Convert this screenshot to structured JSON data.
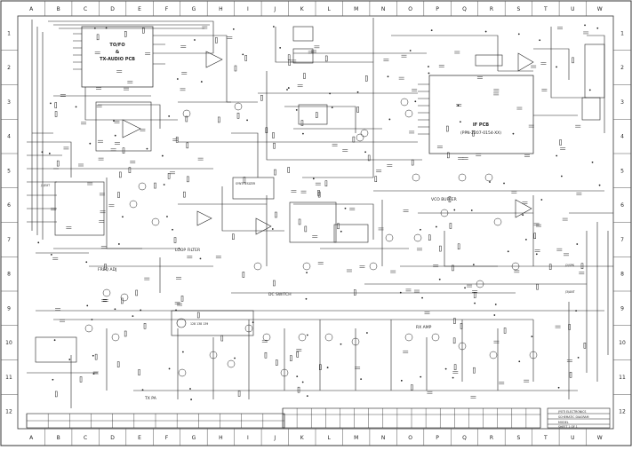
{
  "grid": {
    "columns": [
      "A",
      "B",
      "C",
      "D",
      "E",
      "F",
      "G",
      "H",
      "I",
      "J",
      "K",
      "L",
      "M",
      "N",
      "O",
      "P",
      "Q",
      "R",
      "S",
      "T",
      "U",
      "W"
    ],
    "rows": [
      "1",
      "2",
      "3",
      "4",
      "5",
      "6",
      "7",
      "8",
      "9",
      "10",
      "11",
      "12"
    ]
  },
  "blocks": {
    "tx_audio_line1": "TO/FO",
    "tx_audio_line2": "&",
    "tx_audio_line3": "TX-AUDIO PCB",
    "rf_pcb_line1": "IF PCB",
    "rf_pcb_line2": "(PPN-2207-0154-XX)",
    "loop_filter": "LOOP FILTER",
    "dc_switch": "DC SWITCH",
    "rx_amp": "RX AMP",
    "vco_buffer": "VCO BUFFER",
    "power_amp": "TX PA",
    "freq_adj": "FREQ ADJ",
    "synth": "SYNTHESIZER"
  },
  "connectors": {
    "j1": "J1/EXT",
    "j2": "J2/SPK",
    "j3": "J3/ANT"
  },
  "legend_text": "128  138  139",
  "title_block": {
    "company": "JYOTI ELECTRONICS",
    "project": "SCHEMATIC DIAGRAM",
    "model": "MODEL",
    "sheet": "SHEET 1 OF 1"
  }
}
